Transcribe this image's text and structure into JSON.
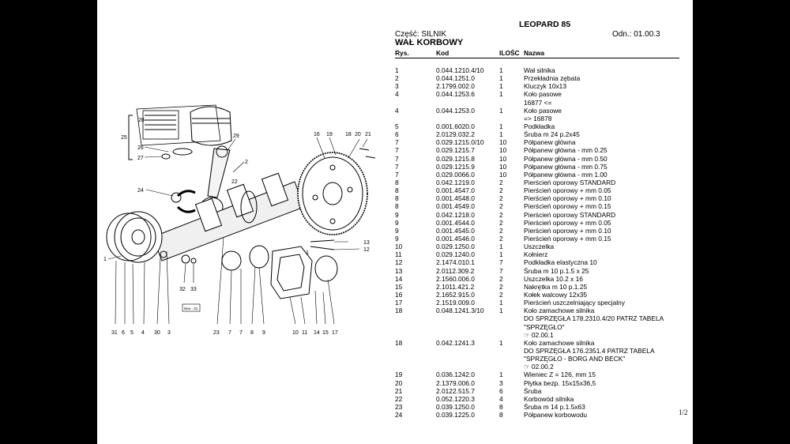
{
  "header": {
    "title": "LEOPARD 85",
    "part_label": "Część: SILNIK",
    "reference": "Odn.: 01.00.3",
    "subtitle": "WAŁ KORBOWY"
  },
  "columns": {
    "rys": "Rys.",
    "kod": "Kod",
    "ilosc": "ILOŚC",
    "nazwa": "Nazwa"
  },
  "rows": [
    {
      "rys": "1",
      "kod": "0.044.1210.4/10",
      "ilosc": "1",
      "nazwa": [
        "Wał silnika"
      ]
    },
    {
      "rys": "2",
      "kod": "0.044.1251.0",
      "ilosc": "1",
      "nazwa": [
        "Przekładnia zębata"
      ]
    },
    {
      "rys": "3",
      "kod": "2.1799.002.0",
      "ilosc": "1",
      "nazwa": [
        "Kluczyk 10x13"
      ]
    },
    {
      "rys": "4",
      "kod": "0.044.1253.6",
      "ilosc": "1",
      "nazwa": [
        "Koło pasowe",
        "16877 <="
      ]
    },
    {
      "rys": "4",
      "kod": "0.044.1253.0",
      "ilosc": "1",
      "nazwa": [
        "Koło pasowe",
        "=> 16878"
      ]
    },
    {
      "rys": "5",
      "kod": "0.001.6020.0",
      "ilosc": "1",
      "nazwa": [
        "Podkładka"
      ]
    },
    {
      "rys": "6",
      "kod": "2.0129.032.2",
      "ilosc": "1",
      "nazwa": [
        "Śruba m 24 p.2x45"
      ]
    },
    {
      "rys": "7",
      "kod": "0.029.1215.0/10",
      "ilosc": "10",
      "nazwa": [
        "Półpanew główna"
      ]
    },
    {
      "rys": "7",
      "kod": "0.029.1215.7",
      "ilosc": "10",
      "nazwa": [
        "Półpanew główna - mm 0.25"
      ]
    },
    {
      "rys": "7",
      "kod": "0.029.1215.8",
      "ilosc": "10",
      "nazwa": [
        "Półpanew główna - mm 0.50"
      ]
    },
    {
      "rys": "7",
      "kod": "0.029.1215.9",
      "ilosc": "10",
      "nazwa": [
        "Półpanew główna - mm 0.75"
      ]
    },
    {
      "rys": "7",
      "kod": "0.029.0066.0",
      "ilosc": "10",
      "nazwa": [
        "Półpanew główna - mm 1.00"
      ]
    },
    {
      "rys": "8",
      "kod": "0.042.1219.0",
      "ilosc": "2",
      "nazwa": [
        "Pierścień oporowy STANDARD"
      ]
    },
    {
      "rys": "8",
      "kod": "0.001.4547.0",
      "ilosc": "2",
      "nazwa": [
        "Pierścień oporowy + mm 0.05"
      ]
    },
    {
      "rys": "8",
      "kod": "0.001.4548.0",
      "ilosc": "2",
      "nazwa": [
        "Pierścień oporowy + mm 0.10"
      ]
    },
    {
      "rys": "8",
      "kod": "0.001.4549.0",
      "ilosc": "2",
      "nazwa": [
        "Pierścień oporowy + mm 0.15"
      ]
    },
    {
      "rys": "9",
      "kod": "0.042.1218.0",
      "ilosc": "2",
      "nazwa": [
        "Pierścień oporowy STANDARD"
      ]
    },
    {
      "rys": "9",
      "kod": "0.001.4544.0",
      "ilosc": "2",
      "nazwa": [
        "Pierścień oporowy + mm 0.05"
      ]
    },
    {
      "rys": "9",
      "kod": "0.001.4545.0",
      "ilosc": "2",
      "nazwa": [
        "Pierścień oporowy + mm 0.10"
      ]
    },
    {
      "rys": "9",
      "kod": "0.001.4546.0",
      "ilosc": "2",
      "nazwa": [
        "Pierścień oporowy + mm 0.15"
      ]
    },
    {
      "rys": "10",
      "kod": "0.029.1250.0",
      "ilosc": "1",
      "nazwa": [
        "Uszczelka"
      ]
    },
    {
      "rys": "11",
      "kod": "0.029.1240.0",
      "ilosc": "1",
      "nazwa": [
        "Kołnierz"
      ]
    },
    {
      "rys": "12",
      "kod": "2.1474.010.1",
      "ilosc": "7",
      "nazwa": [
        "Podkładka elastyczna 10"
      ]
    },
    {
      "rys": "13",
      "kod": "2.0112.309.2",
      "ilosc": "7",
      "nazwa": [
        "Śruba m 10 p.1.5 x 25"
      ]
    },
    {
      "rys": "14",
      "kod": "2.1560.006.0",
      "ilosc": "2",
      "nazwa": [
        "Uszczelka 10.2 x 16"
      ]
    },
    {
      "rys": "15",
      "kod": "2.1011.421.2",
      "ilosc": "2",
      "nazwa": [
        "Nakrętka m 10 p.1.25"
      ]
    },
    {
      "rys": "16",
      "kod": "2.1652.915.0",
      "ilosc": "2",
      "nazwa": [
        "Kołek walcowy 12x35"
      ]
    },
    {
      "rys": "17",
      "kod": "2.1519.009.0",
      "ilosc": "1",
      "nazwa": [
        "Pierścień uszczelniający specjalny"
      ]
    },
    {
      "rys": "18",
      "kod": "0.048.1241.3/10",
      "ilosc": "1",
      "nazwa": [
        "Koło zamachowe silnika",
        "DO SPRZĘGŁA 178.2310.4/20 PATRZ TABELA",
        "\"SPRZĘGŁO\"",
        "☞ 02.00.1"
      ]
    },
    {
      "rys": "18",
      "kod": "0.042.1241.3",
      "ilosc": "1",
      "nazwa": [
        "Koło zamachowe silnika",
        "DO SPRZĘGŁA 176.2351.4 PATRZ TABELA",
        "\"SPRZĘGŁO - BORG AND BECK\"",
        "☞ 02.00.2"
      ]
    },
    {
      "rys": "19",
      "kod": "0.036.1242.0",
      "ilosc": "1",
      "nazwa": [
        "Wieniec Z = 126, mm 15"
      ]
    },
    {
      "rys": "20",
      "kod": "2.1379.006.0",
      "ilosc": "3",
      "nazwa": [
        "Płytka bezp. 15x15x36,5"
      ]
    },
    {
      "rys": "21",
      "kod": "2.0122.515.7",
      "ilosc": "6",
      "nazwa": [
        "Śruba"
      ]
    },
    {
      "rys": "22",
      "kod": "0.052.1220.3",
      "ilosc": "4",
      "nazwa": [
        "Korbowód silnika"
      ]
    },
    {
      "rys": "23",
      "kod": "0.039.1250.0",
      "ilosc": "8",
      "nazwa": [
        "Śruba m 14 p.1.5x63"
      ]
    },
    {
      "rys": "24",
      "kod": "0.039.1225.0",
      "ilosc": "8",
      "nazwa": [
        "Półpanew korbowodu"
      ]
    }
  ],
  "page_number": "1/2",
  "diagram": {
    "callouts": [
      "28",
      "25",
      "26",
      "27",
      "29",
      "2",
      "16",
      "19",
      "18",
      "20",
      "21",
      "22",
      "24",
      "13",
      "12",
      "31",
      "6",
      "5",
      "4",
      "30",
      "3",
      "23",
      "7",
      "7",
      "8",
      "9",
      "10",
      "11",
      "14",
      "15",
      "17",
      "1",
      "32",
      "33",
      "1",
      "Neu - 31"
    ]
  }
}
